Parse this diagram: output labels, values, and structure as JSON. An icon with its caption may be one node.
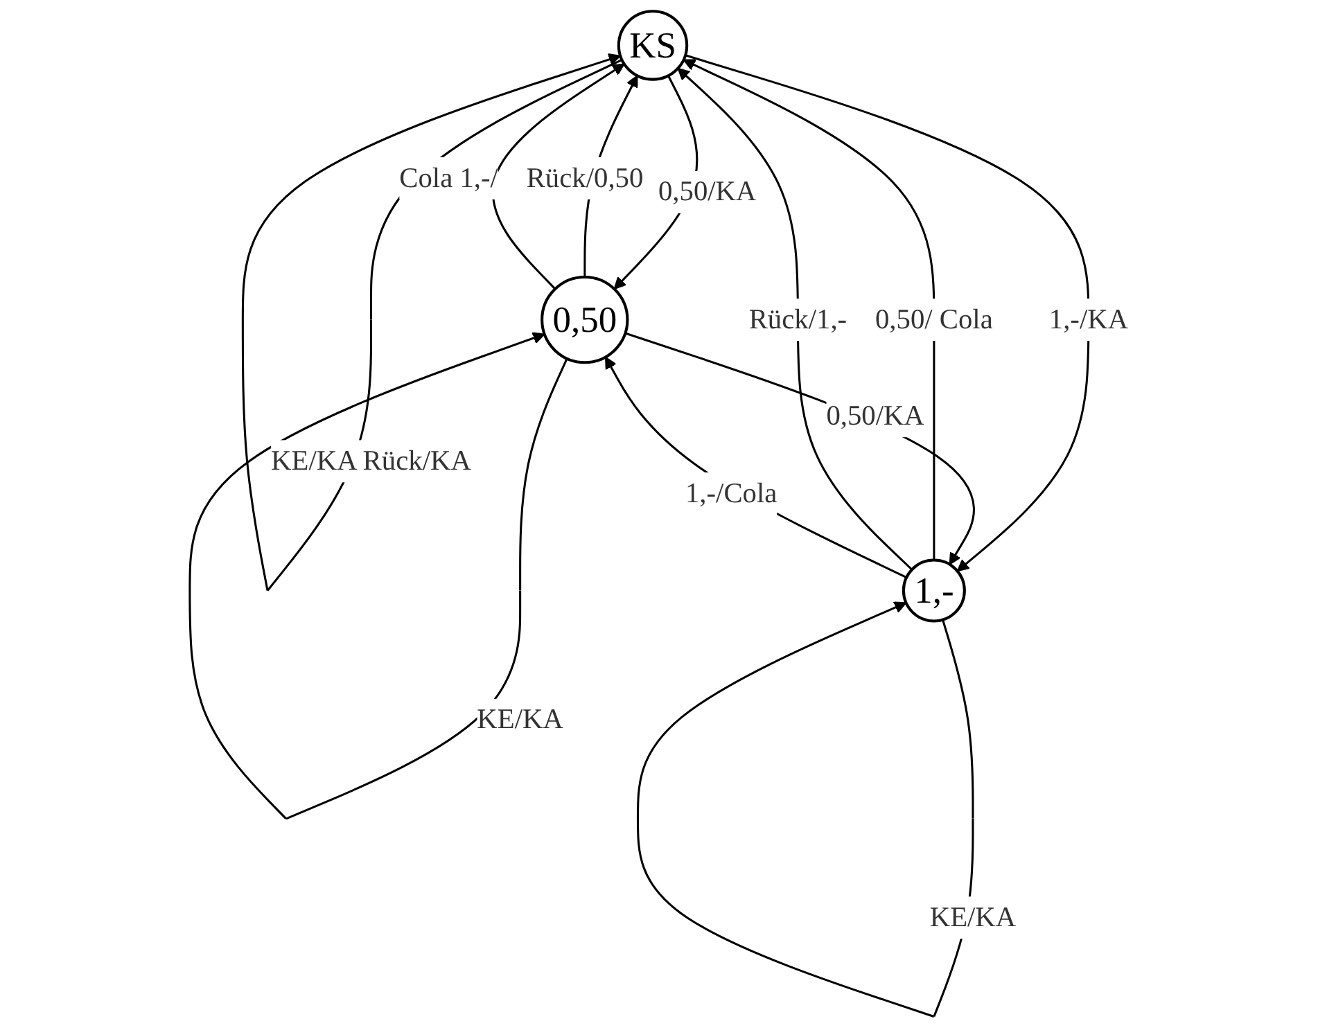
{
  "diagram": {
    "nodes": [
      {
        "text": [
          "KS"
        ]
      },
      {
        "text": [
          "0,50"
        ]
      },
      {
        "text": [
          "1,-"
        ]
      }
    ],
    "edges": [
      {
        "from": 0,
        "to": 0,
        "arrow": "to",
        "label": "KE/KA Rück/KA"
      },
      {
        "from": 1,
        "to": 0,
        "arrow": "to",
        "label": "Rück/0,50"
      },
      {
        "from": 0,
        "to": 1,
        "arrow": "to",
        "label": "0,50/KA"
      },
      {
        "from": 1,
        "to": 0,
        "arrow": "to",
        "label": "Cola 1,-/"
      },
      {
        "from": 0,
        "to": 2,
        "arrow": "to",
        "label": "1,-/KA"
      },
      {
        "from": 2,
        "to": 0,
        "arrow": "to",
        "label": "0,50/ Cola"
      },
      {
        "from": 2,
        "to": 0,
        "arrow": "to",
        "label": "Rück/1,-"
      },
      {
        "from": 1,
        "to": 1,
        "arrow": "to",
        "label": "KE/KA"
      },
      {
        "from": 1,
        "to": 2,
        "arrow": "to",
        "label": "0,50/KA"
      },
      {
        "from": 2,
        "to": 1,
        "arrow": "to",
        "label": "1,-/Cola"
      },
      {
        "from": 2,
        "to": 2,
        "arrow": "to",
        "label": "KE/KA"
      }
    ]
  }
}
